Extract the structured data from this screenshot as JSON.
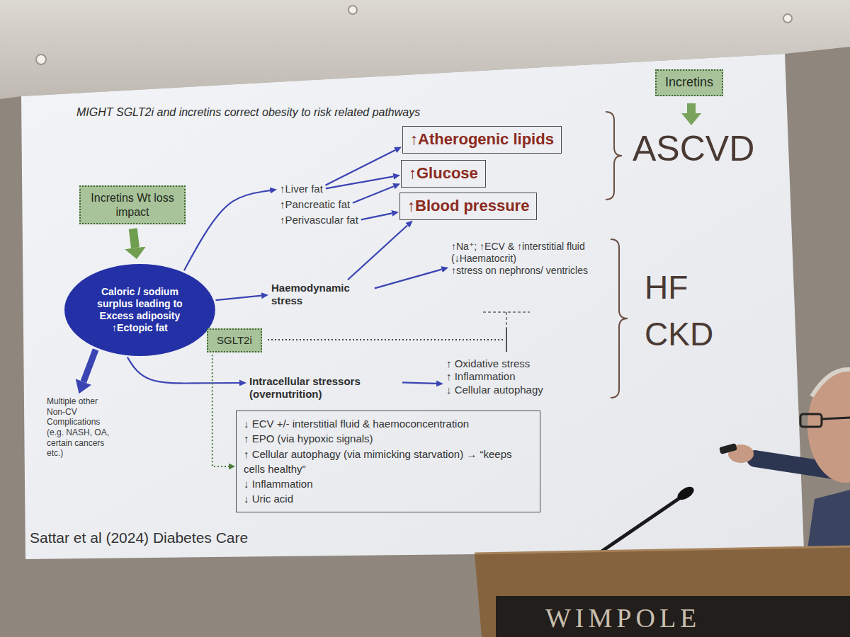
{
  "diagram": {
    "title": "MIGHT SGLT2i and incretins correct obesity to risk related pathways",
    "caption": "Sattar et al (2024) Diabetes Care",
    "nodes": [
      {
        "text": [
          "Incretins"
        ]
      },
      {
        "text": [
          "↑Atherogenic lipids"
        ]
      },
      {
        "text": [
          "↑Glucose"
        ]
      },
      {
        "text": [
          "Incretins Wt loss impact"
        ]
      },
      {
        "text": [
          "↑Liver fat"
        ]
      },
      {
        "text": [
          "↑Blood pressure"
        ]
      },
      {
        "text": [
          "↑Pancreatic fat"
        ]
      },
      {
        "text": [
          "↑Perivascular fat"
        ]
      },
      {
        "text": [
          "↑Na⁺; ↑ECV & ↑interstitial fluid (↓Haematocrit)",
          "↑stress on nephrons/ ventricles"
        ]
      },
      {
        "text": [
          "Caloric / sodium surplus leading to Excess adiposity ↑Ectopic fat"
        ]
      },
      {
        "text": [
          "Haemodynamic stress"
        ]
      },
      {
        "text": [
          "SGLT2i"
        ]
      },
      {
        "text": [
          "↑ Oxidative stress",
          "↑ Inflammation",
          "↓ Cellular autophagy"
        ]
      },
      {
        "text": [
          "Intracellular stressors (overnutrition)"
        ]
      },
      {
        "text": [
          "Multiple other Non-CV Complications (e.g. NASH, OA, certain cancers etc.)"
        ]
      },
      {
        "text": [
          "↓ ECV +/- interstitial fluid & haemoconcentration",
          "↑ EPO (via hypoxic signals)",
          "↑ Cellular autophagy (via mimicking starvation) → “keeps cells healthy”",
          "↓ Inflammation",
          "↓ Uric acid"
        ]
      }
    ],
    "edges": [
      {
        "from": 3,
        "to": 9,
        "arrow": "to"
      },
      {
        "from": 9,
        "to": 4,
        "arrow": "to"
      },
      {
        "from": 4,
        "to": 1,
        "arrow": "to"
      },
      {
        "from": 4,
        "to": 2,
        "arrow": "to"
      },
      {
        "from": 6,
        "to": 2,
        "arrow": "to"
      },
      {
        "from": 7,
        "to": 5,
        "arrow": "to"
      },
      {
        "from": 9,
        "to": 10,
        "arrow": "to"
      },
      {
        "from": 10,
        "to": 5,
        "arrow": "to"
      },
      {
        "from": 10,
        "to": 8,
        "arrow": "to"
      },
      {
        "from": 9,
        "to": 13,
        "arrow": "to"
      },
      {
        "from": 13,
        "to": 12,
        "arrow": "to"
      },
      {
        "from": 9,
        "to": 14,
        "arrow": "to"
      },
      {
        "from": 11,
        "to": 15,
        "arrow": "to"
      }
    ],
    "labels": [
      "ASCVD",
      "HF",
      "CKD",
      "WIMPOLE"
    ]
  }
}
